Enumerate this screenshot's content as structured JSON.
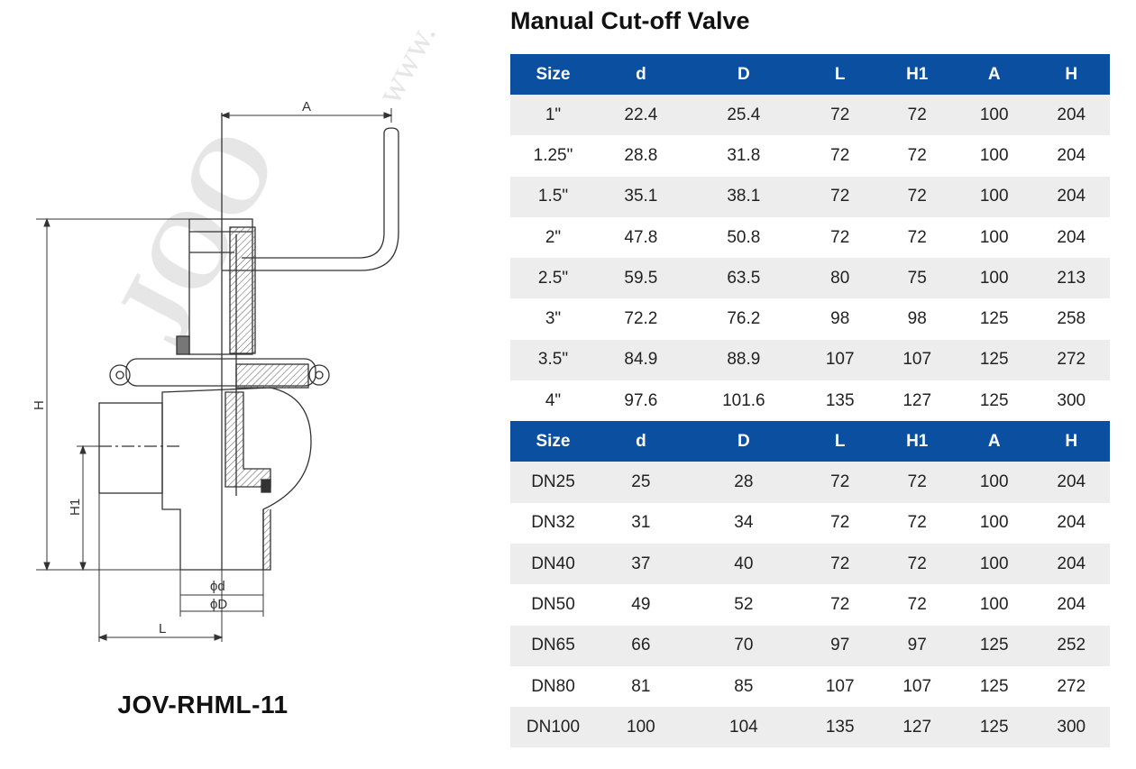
{
  "drawing": {
    "dim_labels": {
      "A": "A",
      "H": "H",
      "H1": "H1",
      "phi_d": "ϕd",
      "phi_D": "ϕD",
      "L": "L"
    },
    "watermark": "JOO®  www."
  },
  "model": "JOV-RHML-11",
  "title": "Manual Cut-off Valve",
  "headers": [
    "Size",
    "d",
    "D",
    "L",
    "H1",
    "A",
    "H"
  ],
  "inch_rows": [
    [
      "1\"",
      "22.4",
      "25.4",
      "72",
      "72",
      "100",
      "204"
    ],
    [
      "1.25\"",
      "28.8",
      "31.8",
      "72",
      "72",
      "100",
      "204"
    ],
    [
      "1.5\"",
      "35.1",
      "38.1",
      "72",
      "72",
      "100",
      "204"
    ],
    [
      "2\"",
      "47.8",
      "50.8",
      "72",
      "72",
      "100",
      "204"
    ],
    [
      "2.5\"",
      "59.5",
      "63.5",
      "80",
      "75",
      "100",
      "213"
    ],
    [
      "3\"",
      "72.2",
      "76.2",
      "98",
      "98",
      "125",
      "258"
    ],
    [
      "3.5\"",
      "84.9",
      "88.9",
      "107",
      "107",
      "125",
      "272"
    ],
    [
      "4\"",
      "97.6",
      "101.6",
      "135",
      "127",
      "125",
      "300"
    ]
  ],
  "dn_rows": [
    [
      "DN25",
      "25",
      "28",
      "72",
      "72",
      "100",
      "204"
    ],
    [
      "DN32",
      "31",
      "34",
      "72",
      "72",
      "100",
      "204"
    ],
    [
      "DN40",
      "37",
      "40",
      "72",
      "72",
      "100",
      "204"
    ],
    [
      "DN50",
      "49",
      "52",
      "72",
      "72",
      "100",
      "204"
    ],
    [
      "DN65",
      "66",
      "70",
      "97",
      "97",
      "125",
      "252"
    ],
    [
      "DN80",
      "81",
      "85",
      "107",
      "107",
      "125",
      "272"
    ],
    [
      "DN100",
      "100",
      "104",
      "135",
      "127",
      "125",
      "300"
    ]
  ],
  "colors": {
    "header_bg": "#0b4fa0",
    "row_shade": "#ededed",
    "line": "#333333",
    "hatch": "#555555"
  }
}
